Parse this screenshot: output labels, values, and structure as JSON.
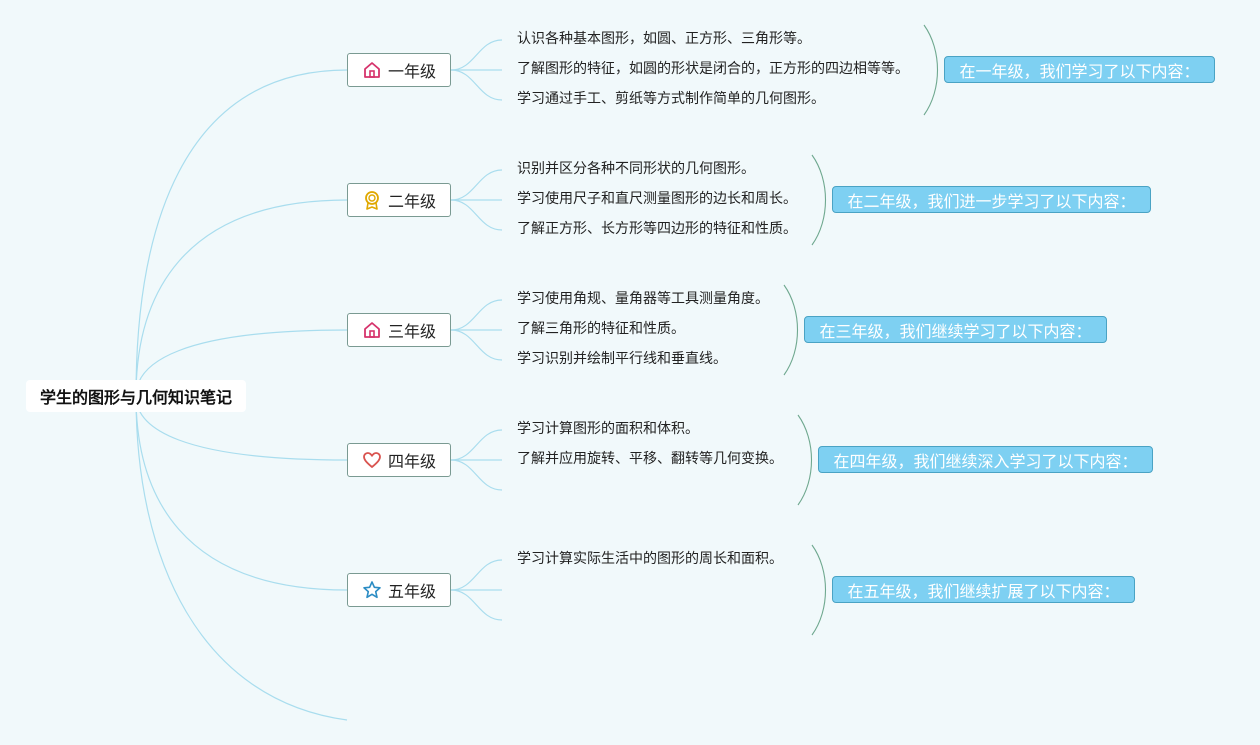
{
  "root": {
    "label": "学生的图形与几何知识笔记"
  },
  "grades": [
    {
      "label": "一年级",
      "icon": "house-icon",
      "icon_color": "#d6336c",
      "items": [
        "认识各种基本图形，如圆、正方形、三角形等。",
        "了解图形的特征，如圆的形状是闭合的，正方形的四边相等等。",
        "学习通过手工、剪纸等方式制作简单的几何图形。"
      ],
      "summary": "在一年级，我们学习了以下内容："
    },
    {
      "label": "二年级",
      "icon": "award-icon",
      "icon_color": "#e0a800",
      "items": [
        "识别并区分各种不同形状的几何图形。",
        "学习使用尺子和直尺测量图形的边长和周长。",
        "了解正方形、长方形等四边形的特征和性质。"
      ],
      "summary": "在二年级，我们进一步学习了以下内容："
    },
    {
      "label": "三年级",
      "icon": "house-icon",
      "icon_color": "#d6336c",
      "items": [
        "学习使用角规、量角器等工具测量角度。",
        "了解三角形的特征和性质。",
        "学习识别并绘制平行线和垂直线。"
      ],
      "summary": "在三年级，我们继续学习了以下内容："
    },
    {
      "label": "四年级",
      "icon": "heart-icon",
      "icon_color": "#d9534f",
      "items": [
        "学习计算图形的面积和体积。",
        "了解并应用旋转、平移、翻转等几何变换。"
      ],
      "summary": "在四年级，我们继续深入学习了以下内容："
    },
    {
      "label": "五年级",
      "icon": "star-icon",
      "icon_color": "#2b8cc4",
      "items": [
        "学习计算实际生活中的图形的周长和面积。"
      ],
      "summary": "在五年级，我们继续扩展了以下内容："
    }
  ],
  "colors": {
    "branch_line": "#a9ddee",
    "bracket_line": "#6fa88f",
    "summary_fill": "#7ed0f2",
    "summary_border": "#4aa3c4"
  }
}
